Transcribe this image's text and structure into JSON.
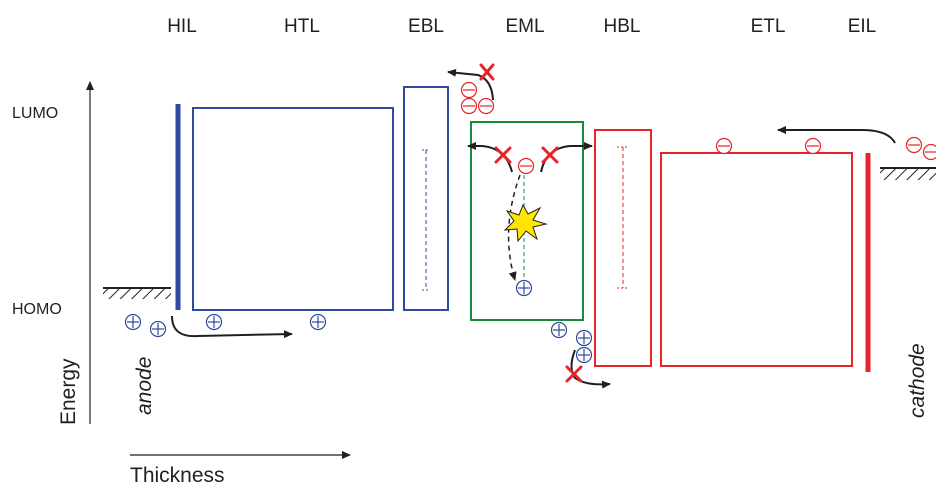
{
  "layers": [
    "HIL",
    "HTL",
    "EBL",
    "EML",
    "HBL",
    "ETL",
    "EIL"
  ],
  "levels": {
    "lumo": "LUMO",
    "homo": "HOMO"
  },
  "axes": {
    "energy": "Energy",
    "thickness": "Thickness"
  },
  "electrodes": {
    "anode": "anode",
    "cathode": "cathode"
  },
  "colors": {
    "hole_layers": "#2e4a9e",
    "emissive_layer": "#1a8a3a",
    "electron_layers": "#e8232a",
    "blocked_marker": "#e8232a",
    "exciton": "#ffe600",
    "arrows": "#231f20"
  },
  "symbols": {
    "hole": "hole-plus-icon",
    "electron": "electron-minus-icon",
    "blocked": "red-cross-icon",
    "exciton": "star-icon"
  }
}
